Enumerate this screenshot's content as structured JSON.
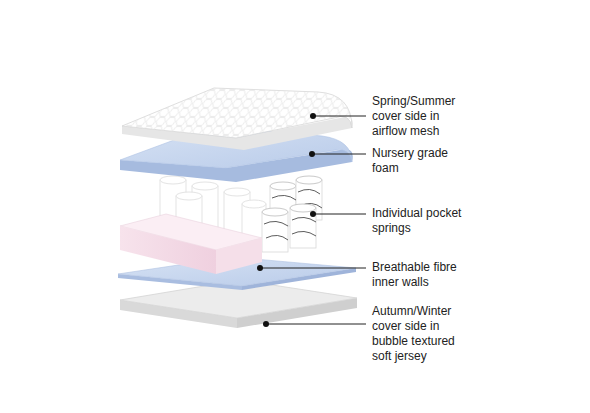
{
  "diagram": {
    "labels": [
      "Spring/Summer cover side in airflow mesh",
      "Nursery grade foam",
      "Individual pocket springs",
      "Breathable fibre inner walls",
      "Autumn/Winter cover side in bubble textured soft jersey"
    ]
  }
}
